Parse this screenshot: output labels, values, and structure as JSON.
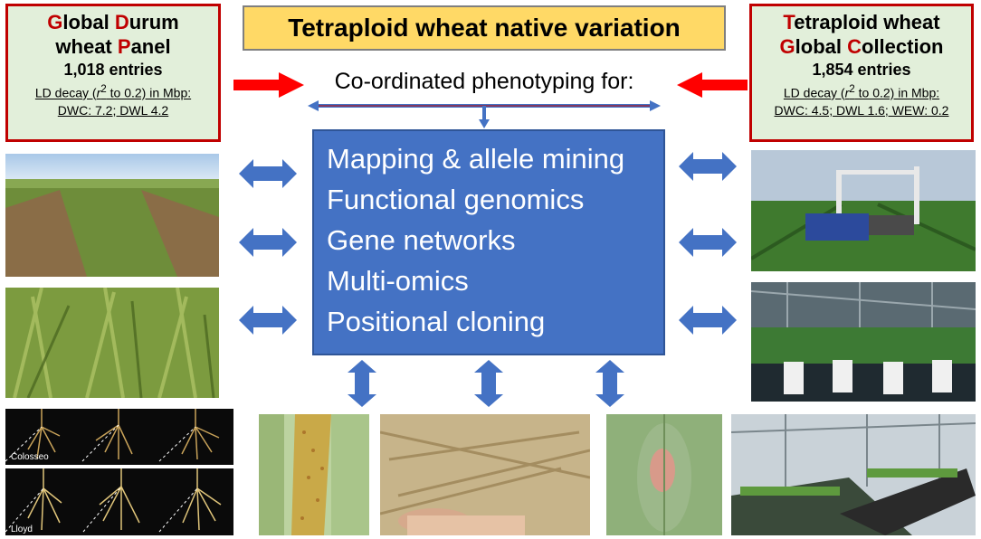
{
  "title": "Tetraploid wheat native variation",
  "panel_left": {
    "name_parts": [
      {
        "first": "G",
        "rest": "lobal "
      },
      {
        "first": "D",
        "rest": "urum"
      }
    ],
    "name_line2_parts": [
      {
        "plain": "wheat "
      },
      {
        "first": "P",
        "rest": "anel"
      }
    ],
    "entries": "1,018 entries",
    "ld_prefix": "LD decay (",
    "ld_r": "r",
    "ld_sup": "2",
    "ld_suffix": " to 0.2) in Mbp:",
    "ld_values": "DWC: 7.2;  DWL 4.2"
  },
  "panel_right": {
    "line1_first": "T",
    "line1_rest": "etraploid wheat",
    "line2_first_g": "G",
    "line2_mid": "lobal ",
    "line2_first_c": "C",
    "line2_rest": "ollection",
    "entries": "1,854 entries",
    "ld_prefix": "LD decay (",
    "ld_r": "r",
    "ld_sup": "2",
    "ld_suffix": " to 0.2) in Mbp:",
    "ld_values": "DWC: 4.5; DWL 1.6;  WEW: 0.2"
  },
  "coordinated": "Co-ordinated phenotyping for:",
  "center_items": [
    "Mapping & allele mining",
    "Functional genomics",
    "Gene networks",
    "Multi-omics",
    "Positional cloning"
  ],
  "root_labels": [
    "Colosseo",
    "Lloyd"
  ],
  "colors": {
    "title_fill": "#ffd966",
    "panel_fill": "#e2efda",
    "panel_border": "#c00000",
    "center_fill": "#4472c4",
    "arrow_blue": "#4472c4",
    "arrow_red": "#ff0000"
  }
}
